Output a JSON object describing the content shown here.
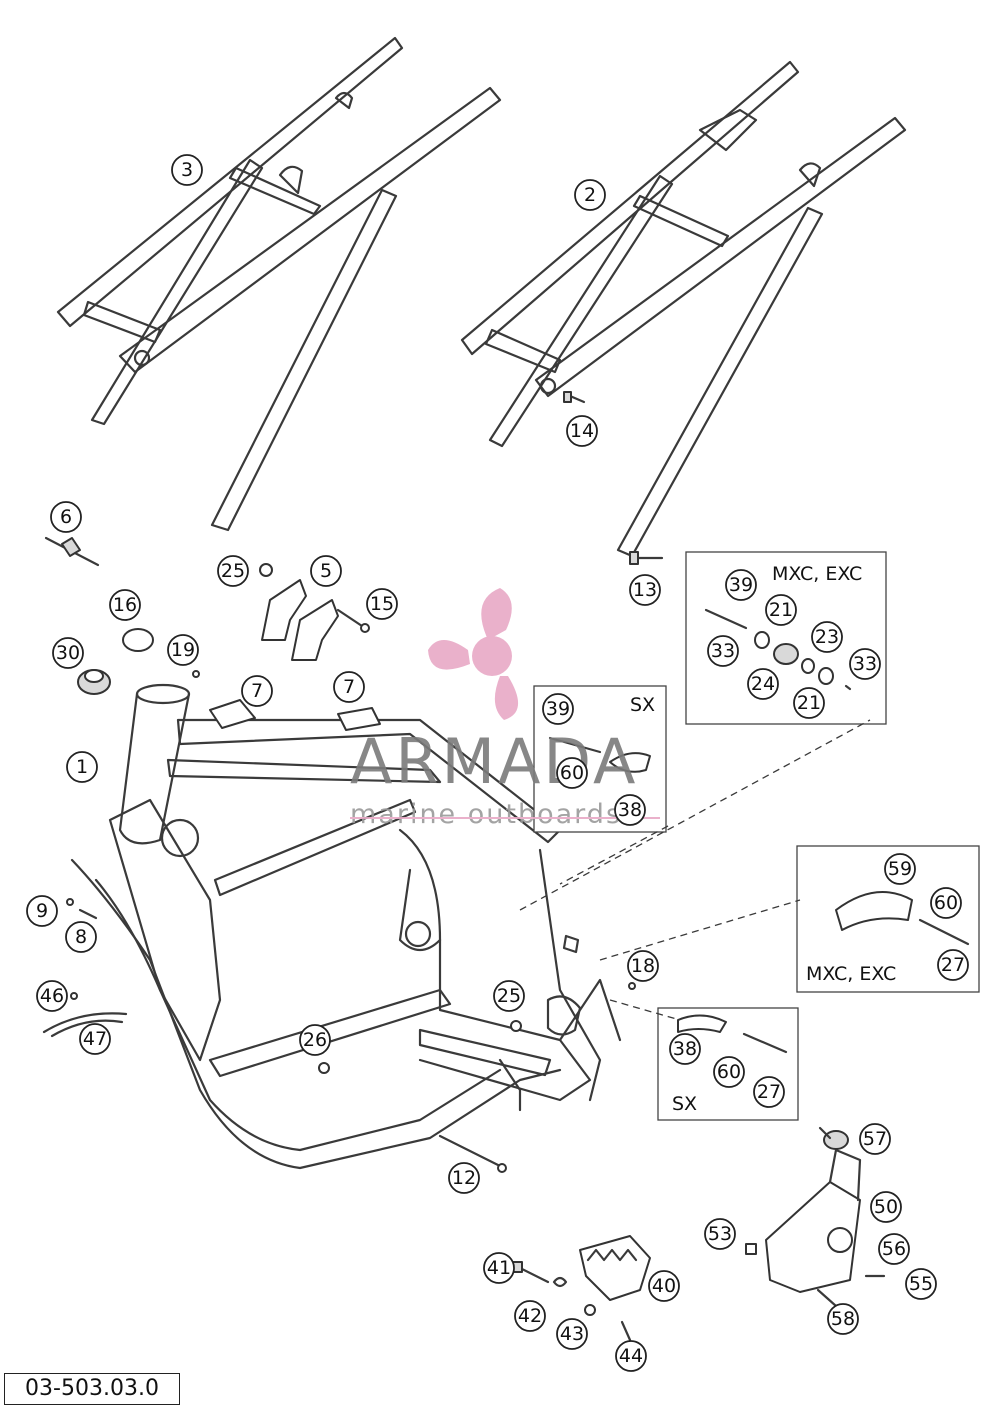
{
  "diagram": {
    "reference_code": "03-503.03.0",
    "variant_labels": {
      "mxc_exc_top": "MXC, EXC",
      "sx_top": "SX",
      "mxc_exc_bottom": "MXC, EXC",
      "sx_bottom": "SX"
    },
    "watermark": {
      "title": "ARMADA",
      "subtitle": "marine outboards",
      "color": "#e8a9c6"
    },
    "callouts": [
      "1",
      "2",
      "3",
      "5",
      "6",
      "7",
      "8",
      "9",
      "12",
      "13",
      "14",
      "15",
      "16",
      "18",
      "19",
      "21",
      "23",
      "24",
      "25",
      "26",
      "27",
      "30",
      "33",
      "38",
      "39",
      "40",
      "41",
      "42",
      "43",
      "44",
      "46",
      "47",
      "50",
      "53",
      "55",
      "56",
      "57",
      "58",
      "59",
      "60"
    ]
  }
}
